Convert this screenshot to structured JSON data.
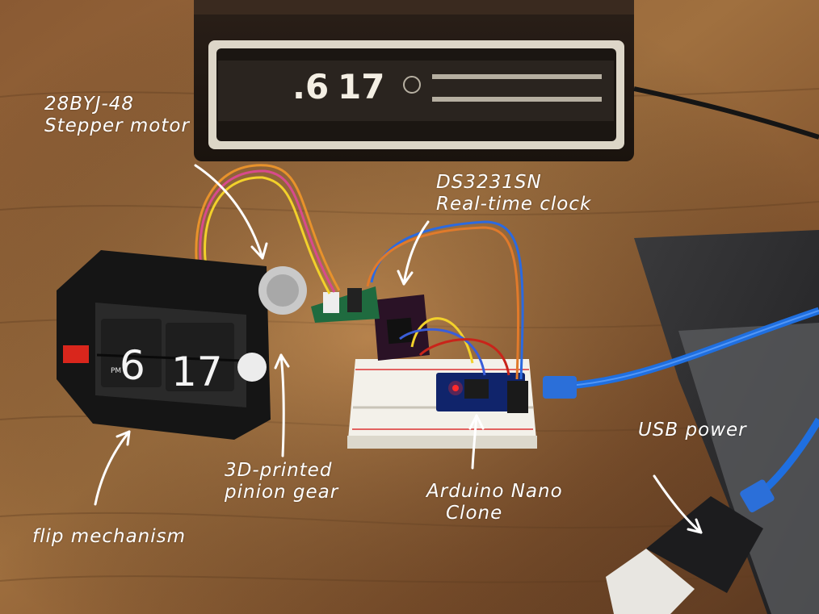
{
  "annotations": {
    "stepper": {
      "line1": "28BYJ-48",
      "line2": "Stepper motor"
    },
    "rtc": {
      "line1": "DS3231SN",
      "line2": "Real-time clock"
    },
    "pinion": {
      "line1": "3D-printed",
      "line2": "pinion gear"
    },
    "flip": {
      "line1": "flip mechanism"
    },
    "nano": {
      "line1": "Arduino Nano",
      "line2": "Clone"
    },
    "usb": {
      "line1": "USB power"
    }
  },
  "flip_clock": {
    "pm_label": "PM",
    "hour": "6",
    "minute": "17"
  },
  "radio_clock": {
    "hour": ".6",
    "minute": "17"
  }
}
